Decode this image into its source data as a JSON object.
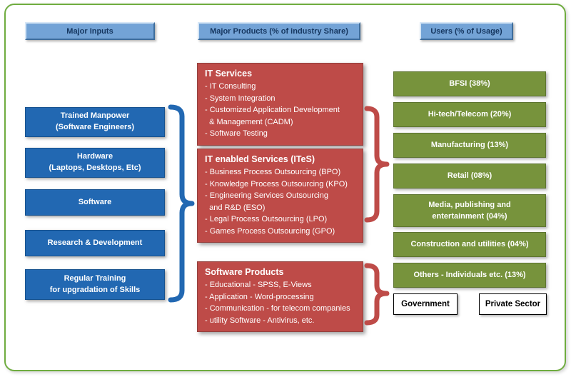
{
  "colors": {
    "frame-green": "#6fac3f",
    "header-blue": "#73a3d6",
    "header-text": "#15365f",
    "input-blue": "#2268b2",
    "product-red": "#be4b48",
    "user-green": "#77933c",
    "brace-blue": "#2268b2",
    "brace-red": "#be4b48"
  },
  "headers": {
    "inputs": "Major Inputs",
    "products": "Major Products (% of industry Share)",
    "users": "Users (% of Usage)"
  },
  "inputs": [
    "Trained Manpower\n(Software Engineers)",
    "Hardware\n(Laptops, Desktops, Etc)",
    "Software",
    "Research & Development",
    "Regular Training\nfor upgradation of Skills"
  ],
  "products": [
    {
      "title": "IT Services",
      "items": [
        "- IT Consulting",
        "- System Integration",
        "- Customized Application Development\n  & Management (CADM)",
        "- Software Testing"
      ]
    },
    {
      "title": "IT enabled Services (ITeS)",
      "items": [
        "- Business Process Outsourcing (BPO)",
        "- Knowledge Process Outsourcing (KPO)",
        "- Engineering Services Outsourcing\n  and R&D (ESO)",
        "- Legal Process Outsourcing (LPO)",
        "- Games Process Outsourcing (GPO)"
      ]
    },
    {
      "title": "Software Products",
      "items": [
        "- Educational - SPSS, E-Views",
        "- Application - Word-processing",
        "- Communication - for telecom companies",
        "- utility Software - Antivirus, etc."
      ]
    }
  ],
  "users": [
    "BFSI (38%)",
    "Hi-tech/Telecom (20%)",
    "Manufacturing (13%)",
    "Retail (08%)",
    "Media, publishing and\nentertainment (04%)",
    "Construction and utilities (04%)",
    "Others - Individuals etc. (13%)"
  ],
  "sectors": [
    "Government",
    "Private Sector"
  ]
}
